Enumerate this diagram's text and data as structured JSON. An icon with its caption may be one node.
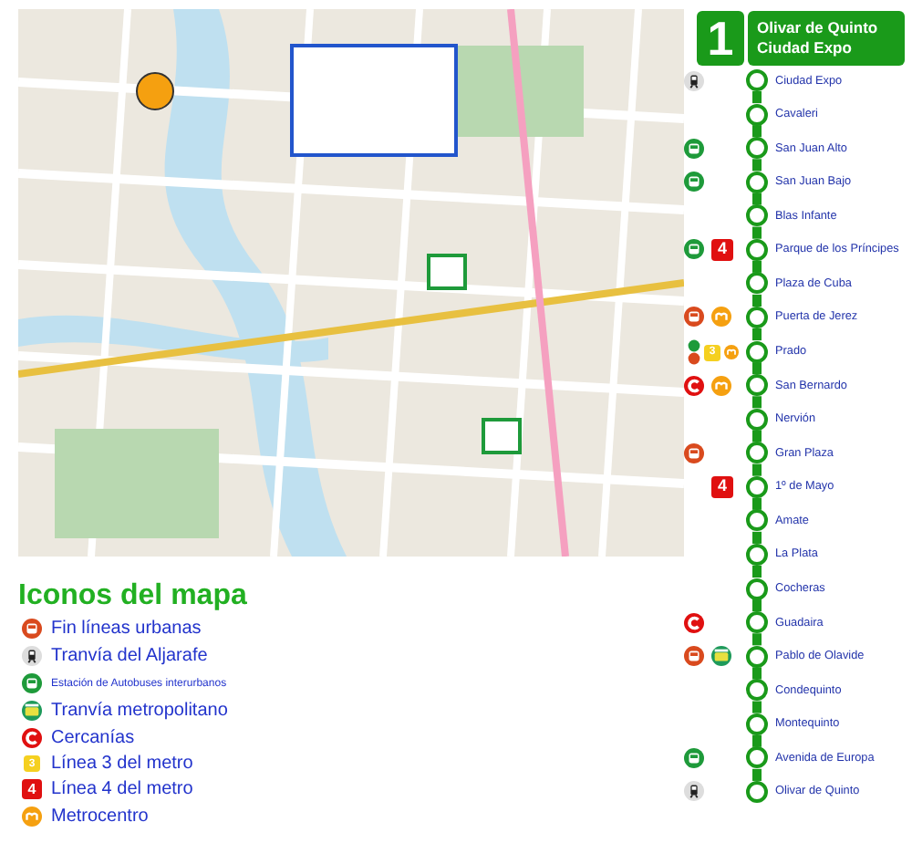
{
  "diagram": {
    "nodes": [
      {
        "text": [
          "1"
        ]
      },
      {
        "text": [
          "Olivar de Quinto",
          "Ciudad Expo"
        ]
      },
      {
        "text": [],
        "shape": "circle",
        "beside": [
          "Ciudad Expo"
        ]
      },
      {
        "text": [],
        "shape": "circle",
        "beside": [
          "Cavaleri"
        ]
      },
      {
        "text": [],
        "shape": "circle",
        "beside": [
          "San Juan Alto"
        ]
      },
      {
        "text": [],
        "shape": "circle",
        "beside": [
          "San Juan Bajo"
        ]
      },
      {
        "text": [],
        "shape": "circle",
        "beside": [
          "Blas Infante"
        ]
      },
      {
        "text": [],
        "shape": "circle",
        "beside": [
          "Parque de los Príncipes"
        ]
      },
      {
        "text": [],
        "shape": "circle",
        "beside": [
          "Plaza de Cuba"
        ]
      },
      {
        "text": [],
        "shape": "circle",
        "beside": [
          "Puerta de Jerez"
        ]
      },
      {
        "text": [],
        "shape": "circle",
        "beside": [
          "Prado"
        ]
      },
      {
        "text": [],
        "shape": "circle",
        "beside": [
          "San Bernardo"
        ]
      },
      {
        "text": [],
        "shape": "circle",
        "beside": [
          "Nervión"
        ]
      },
      {
        "text": [],
        "shape": "circle",
        "beside": [
          "Gran Plaza"
        ]
      },
      {
        "text": [],
        "shape": "circle",
        "beside": [
          "1º de Mayo"
        ]
      },
      {
        "text": [],
        "shape": "circle",
        "beside": [
          "Amate"
        ]
      },
      {
        "text": [],
        "shape": "circle",
        "beside": [
          "La Plata"
        ]
      },
      {
        "text": [],
        "shape": "circle",
        "beside": [
          "Cocheras"
        ]
      },
      {
        "text": [],
        "shape": "circle",
        "beside": [
          "Guadaira"
        ]
      },
      {
        "text": [],
        "shape": "circle",
        "beside": [
          "Pablo de Olavide"
        ]
      },
      {
        "text": [],
        "shape": "circle",
        "beside": [
          "Condequinto"
        ]
      },
      {
        "text": [],
        "shape": "circle",
        "beside": [
          "Montequinto"
        ]
      },
      {
        "text": [],
        "shape": "circle",
        "beside": [
          "Avenida de Europa"
        ]
      },
      {
        "text": [],
        "shape": "circle",
        "beside": [
          "Olivar de Quinto"
        ]
      }
    ],
    "edges": [
      {
        "from": 2,
        "to": 3,
        "arrow": "none"
      },
      {
        "from": 3,
        "to": 4,
        "arrow": "none"
      },
      {
        "from": 4,
        "to": 5,
        "arrow": "none"
      },
      {
        "from": 5,
        "to": 6,
        "arrow": "none"
      },
      {
        "from": 6,
        "to": 7,
        "arrow": "none"
      },
      {
        "from": 7,
        "to": 8,
        "arrow": "none"
      },
      {
        "from": 8,
        "to": 9,
        "arrow": "none"
      },
      {
        "from": 9,
        "to": 10,
        "arrow": "none"
      },
      {
        "from": 10,
        "to": 11,
        "arrow": "none"
      },
      {
        "from": 11,
        "to": 12,
        "arrow": "none"
      },
      {
        "from": 12,
        "to": 13,
        "arrow": "none"
      },
      {
        "from": 13,
        "to": 14,
        "arrow": "none"
      },
      {
        "from": 14,
        "to": 15,
        "arrow": "none"
      },
      {
        "from": 15,
        "to": 16,
        "arrow": "none"
      },
      {
        "from": 16,
        "to": 17,
        "arrow": "none"
      },
      {
        "from": 17,
        "to": 18,
        "arrow": "none"
      },
      {
        "from": 18,
        "to": 19,
        "arrow": "none"
      },
      {
        "from": 19,
        "to": 20,
        "arrow": "none"
      },
      {
        "from": 20,
        "to": 21,
        "arrow": "none"
      },
      {
        "from": 21,
        "to": 22,
        "arrow": "none"
      },
      {
        "from": 22,
        "to": 23,
        "arrow": "none"
      }
    ],
    "labels": [
      "4",
      "3",
      "4",
      "Iconos del mapa",
      "3",
      "4"
    ],
    "legend": [
      {
        "text": "Fin líneas urbanas"
      },
      {
        "text": "Tranvía del Aljarafe"
      },
      {
        "text": "Estación de Autobuses interurbanos"
      },
      {
        "text": "Tranvía metropolitano"
      },
      {
        "text": "Cercanías"
      },
      {
        "text": "Línea 3 del metro"
      },
      {
        "text": "Línea 4 del metro"
      },
      {
        "text": "Metrocentro"
      }
    ]
  }
}
